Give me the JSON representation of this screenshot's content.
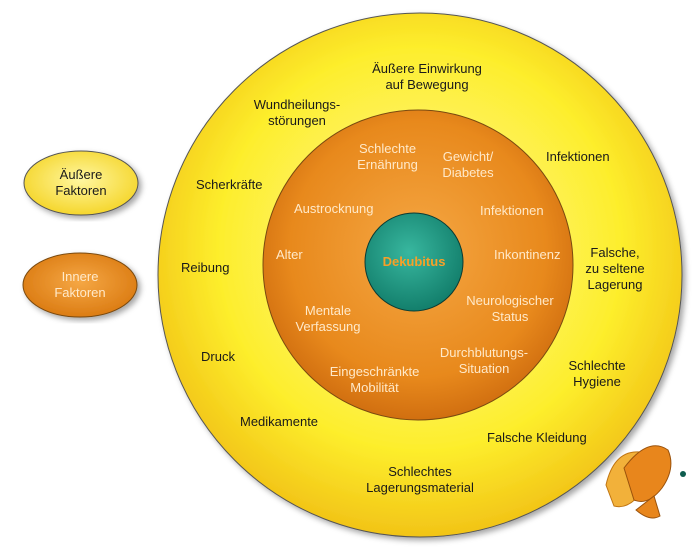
{
  "center": "Dekubitus",
  "legend": {
    "outer": "Äußere\nFaktoren",
    "inner": "Innere\nFaktoren"
  },
  "outer_factors": [
    "Äußere Einwirkung\nauf Bewegung",
    "Wundheilungs-\nstörungen",
    "Infektionen",
    "Scherkräfte",
    "Reibung",
    "Falsche,\nzu seltene\nLagerung",
    "Druck",
    "Schlechte\nHygiene",
    "Medikamente",
    "Falsche Kleidung",
    "Schlechtes\nLagerungsmaterial"
  ],
  "inner_factors": [
    "Schlechte\nErnährung",
    "Gewicht/\nDiabetes",
    "Austrocknung",
    "Infektionen",
    "Alter",
    "Inkontinenz",
    "Neurologischer\nStatus",
    "Mentale\nVerfassung",
    "Durchblutungs-\nSituation",
    "Eingeschränkte\nMobilität"
  ],
  "colors": {
    "outer_ring": "#ffee22",
    "inner_ring": "#e8891c",
    "core": "#1f9a85"
  }
}
